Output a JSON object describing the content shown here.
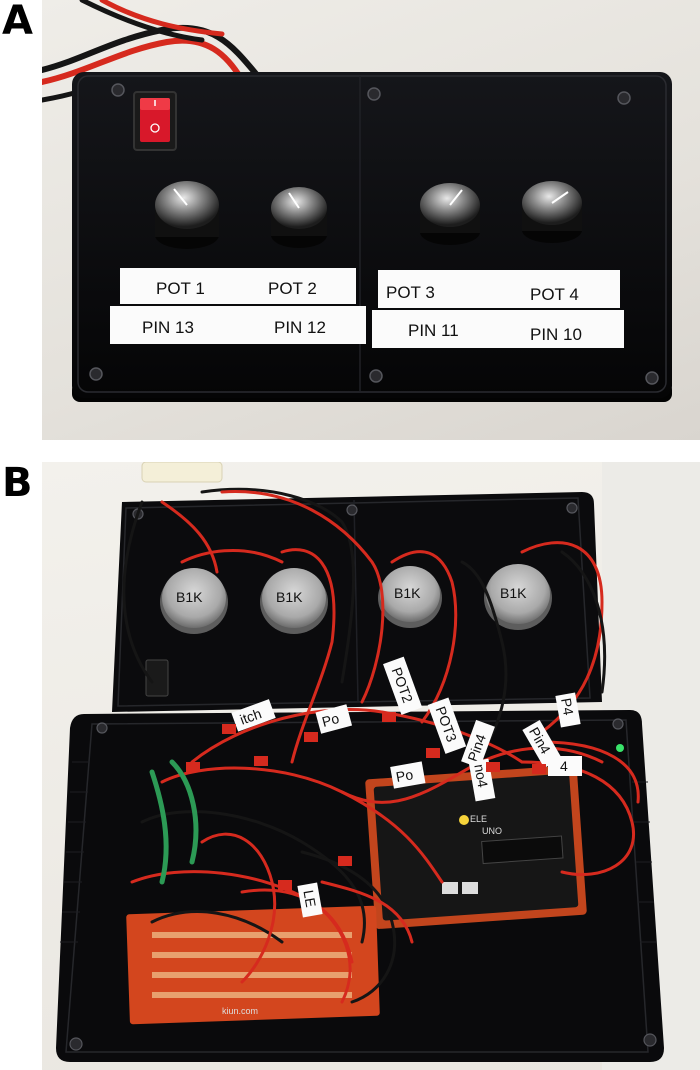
{
  "panels": {
    "a": {
      "letter": "A",
      "pots": [
        "POT 1",
        "POT 2",
        "POT 3",
        "POT 4"
      ],
      "pins": [
        "PIN 13",
        "PIN 12",
        "PIN 11",
        "PIN 10"
      ]
    },
    "b": {
      "letter": "B",
      "tags": [
        "itch",
        "POT2",
        "Po",
        "POT3",
        "Po",
        "Pin4",
        "Pin4",
        "no4",
        "P4",
        "4",
        "LE"
      ],
      "board_text": "UNO",
      "board_brand": "ELE",
      "pot_marking": "B1K",
      "proto_text": "kiun.com"
    }
  },
  "colors": {
    "enclosure": "#0c0c0e",
    "switch": "#d8182a",
    "wire_red": "#d62a1e",
    "wire_black": "#151515",
    "board": "#c2451d",
    "label_bg": "#fbfbfb"
  }
}
